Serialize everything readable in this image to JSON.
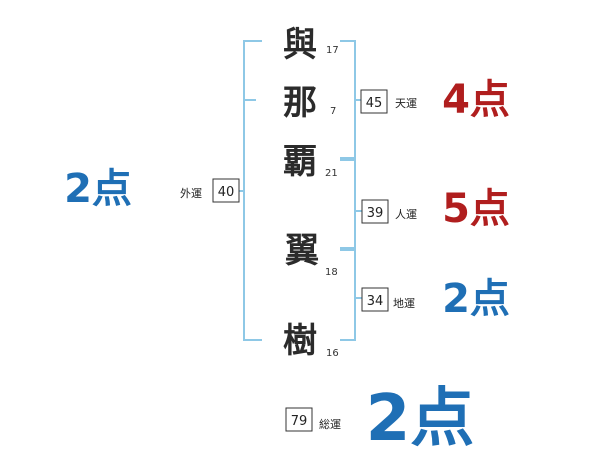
{
  "colors": {
    "bracket": "#8ec8e6",
    "score_blue": "#1f6fb5",
    "score_red": "#b01e1e",
    "text": "#2b2b2b"
  },
  "name": {
    "surname": [
      {
        "char": "與",
        "strokes": "17"
      },
      {
        "char": "那",
        "strokes": "7"
      },
      {
        "char": "覇",
        "strokes": "21"
      }
    ],
    "given": [
      {
        "char": "翼",
        "strokes": "18"
      },
      {
        "char": "樹",
        "strokes": "16"
      }
    ]
  },
  "fortunes": {
    "tenkaku": {
      "label": "天運",
      "value": "45",
      "score": "4点",
      "color": "red"
    },
    "jinkaku": {
      "label": "人運",
      "value": "39",
      "score": "5点",
      "color": "red"
    },
    "chikaku": {
      "label": "地運",
      "value": "34",
      "score": "2点",
      "color": "blue"
    },
    "gaikaku": {
      "label": "外運",
      "value": "40",
      "score": "2点",
      "color": "blue"
    },
    "soukaku": {
      "label": "総運",
      "value": "79",
      "score": "2点",
      "color": "blue"
    }
  }
}
